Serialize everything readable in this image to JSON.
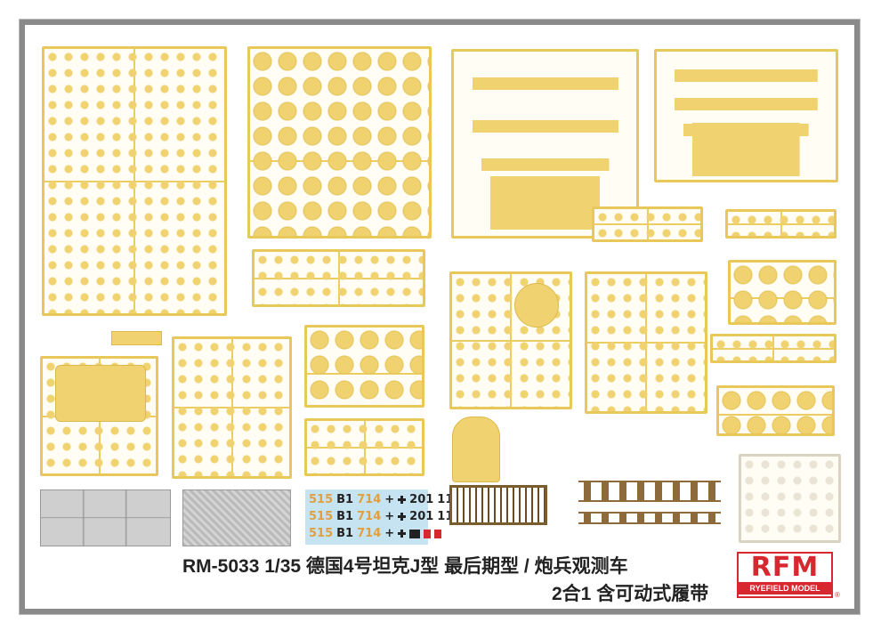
{
  "product": {
    "title": "RM-5033 1/35 德国4号坦克J型 最后期型 / 炮兵观测车",
    "subtitle": "2合1 含可动式履带"
  },
  "brand": {
    "logo_mark": "RFM",
    "logo_text": "RYEFIELD MODEL",
    "registered": "®",
    "color": "#d7282f"
  },
  "decals": {
    "rows": [
      {
        "a": "515",
        "b": "B1",
        "c": "714",
        "d": "+",
        "e": "201",
        "f": "11"
      },
      {
        "a": "515",
        "b": "B1",
        "c": "714",
        "d": "+",
        "e": "201",
        "f": "11"
      },
      {
        "a": "515",
        "b": "B1",
        "c": "714",
        "d": "+"
      }
    ]
  },
  "colors": {
    "sprue": "#f0d270",
    "background": "#ffffff",
    "frame": "#8a8a8a"
  }
}
